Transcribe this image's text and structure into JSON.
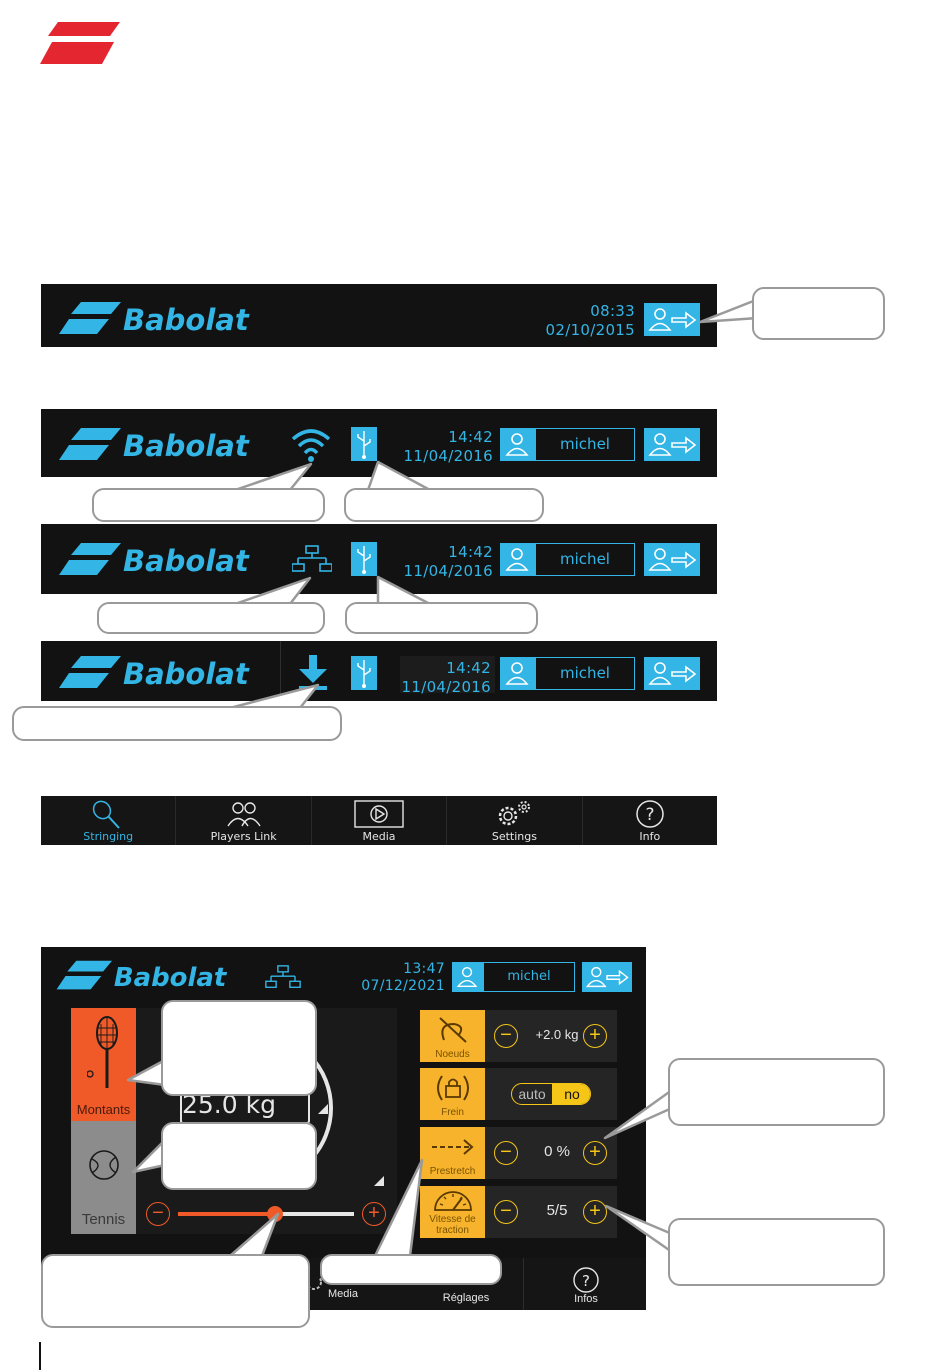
{
  "brand": {
    "name": "Babolat",
    "accent_color": "#33b5e5",
    "corner_logo_color": "#e3262f"
  },
  "header_bar_1": {
    "time": "08:33",
    "date": "02/10/2015",
    "icons": [
      "babolat-logo",
      "user-logout-icon"
    ]
  },
  "header_bar_2": {
    "time": "14:42",
    "date": "11/04/2016",
    "username": "michel",
    "icons": [
      "wifi-icon",
      "usb-icon",
      "user-icon",
      "user-logout-icon"
    ]
  },
  "header_bar_3": {
    "time": "14:42",
    "date": "11/04/2016",
    "username": "michel",
    "icons": [
      "network-icon",
      "usb-icon",
      "user-icon",
      "user-logout-icon"
    ]
  },
  "header_bar_4": {
    "time": "14:42",
    "date": "11/04/2016",
    "username": "michel",
    "icons": [
      "download-icon",
      "usb-icon",
      "user-icon",
      "user-logout-icon"
    ]
  },
  "nav_bar": {
    "items": [
      {
        "label": "Stringing",
        "icon": "racket-icon",
        "active": true
      },
      {
        "label": "Players Link",
        "icon": "players-icon",
        "active": false
      },
      {
        "label": "Media",
        "icon": "media-play-icon",
        "active": false
      },
      {
        "label": "Settings",
        "icon": "gears-icon",
        "active": false
      },
      {
        "label": "Info",
        "icon": "question-icon",
        "active": false
      }
    ],
    "active_color": "#33b5e5"
  },
  "machine_screen": {
    "time": "13:47",
    "date": "07/12/2021",
    "username": "michel",
    "tabs": {
      "mains": "Montants",
      "sport": "Tennis"
    },
    "tension": "25.0 kg",
    "tension_slider_level": 0.55,
    "settings": [
      {
        "label": "Noeuds",
        "value": "+2.0 kg",
        "icon": "knot-icon"
      },
      {
        "label": "Frein",
        "auto": "auto",
        "value": "no",
        "icon": "brake-lock-icon"
      },
      {
        "label": "Prestretch",
        "value": "0 %",
        "icon": "arrow-right-icon"
      },
      {
        "label": "Vitesse de traction",
        "value": "5/5",
        "icon": "speedometer-icon"
      }
    ],
    "bottom_nav": [
      "Media",
      "Réglages",
      "Infos"
    ],
    "colors": {
      "mains_tab": "#f05a28",
      "sport_tab": "#8c8c8c",
      "setting_tile": "#f7b32b",
      "plus_minus": "#f5c518"
    }
  }
}
